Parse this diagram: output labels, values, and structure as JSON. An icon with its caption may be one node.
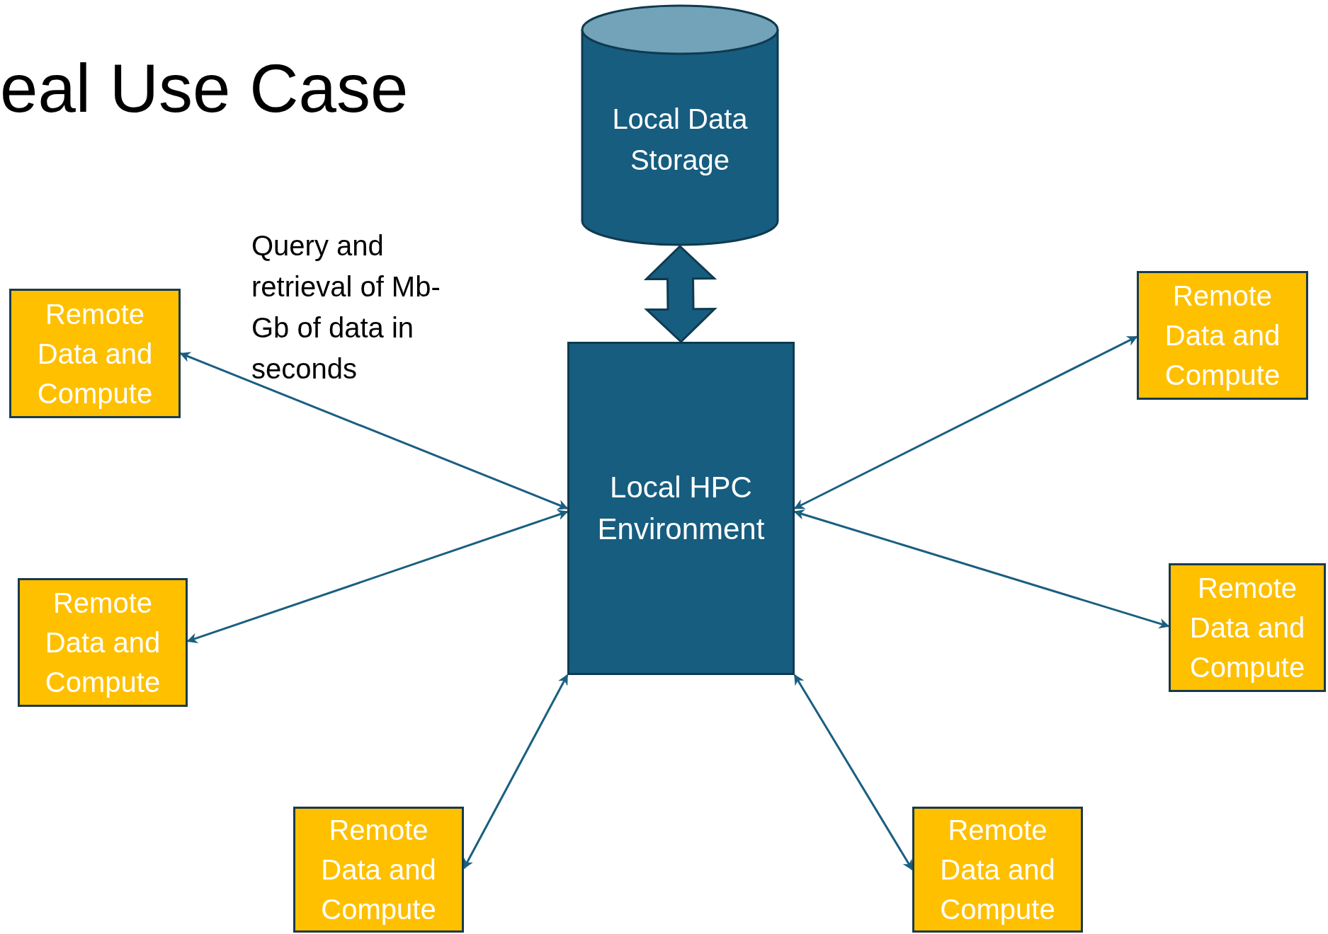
{
  "diagram": {
    "title": "eal Use Case",
    "nodes": [
      {
        "text": [
          "Local Data Storage"
        ]
      },
      {
        "text": [
          "Local HPC Environment"
        ]
      },
      {
        "text": [
          "Remote Data and Compute"
        ]
      },
      {
        "text": [
          "Remote Data and Compute"
        ]
      },
      {
        "text": [
          "Remote Data and Compute"
        ]
      },
      {
        "text": [
          "Remote Data and Compute"
        ]
      },
      {
        "text": [
          "Remote Data and Compute"
        ]
      },
      {
        "text": [
          "Remote Data and Compute"
        ]
      }
    ],
    "edges": [
      {
        "from": 0,
        "to": 1,
        "arrow": "both",
        "style": "thick"
      },
      {
        "from": 1,
        "to": 2,
        "arrow": "both"
      },
      {
        "from": 1,
        "to": 3,
        "arrow": "both"
      },
      {
        "from": 1,
        "to": 4,
        "arrow": "both"
      },
      {
        "from": 1,
        "to": 5,
        "arrow": "both"
      },
      {
        "from": 1,
        "to": 6,
        "arrow": "both"
      },
      {
        "from": 1,
        "to": 7,
        "arrow": "both"
      }
    ],
    "labels": [
      "Query and retrieval of Mb-Gb of data in seconds"
    ]
  }
}
